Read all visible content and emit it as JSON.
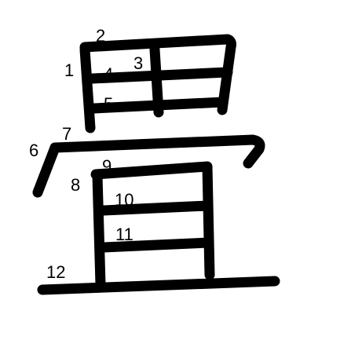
{
  "character": "畳",
  "stroke_count": 12,
  "colors": {
    "stroke": "#000000",
    "number": "#000000",
    "background": "#ffffff"
  },
  "strokes": [
    {
      "number": "1"
    },
    {
      "number": "2"
    },
    {
      "number": "3"
    },
    {
      "number": "4"
    },
    {
      "number": "5"
    },
    {
      "number": "6"
    },
    {
      "number": "7"
    },
    {
      "number": "8"
    },
    {
      "number": "9"
    },
    {
      "number": "10"
    },
    {
      "number": "11"
    },
    {
      "number": "12"
    }
  ]
}
